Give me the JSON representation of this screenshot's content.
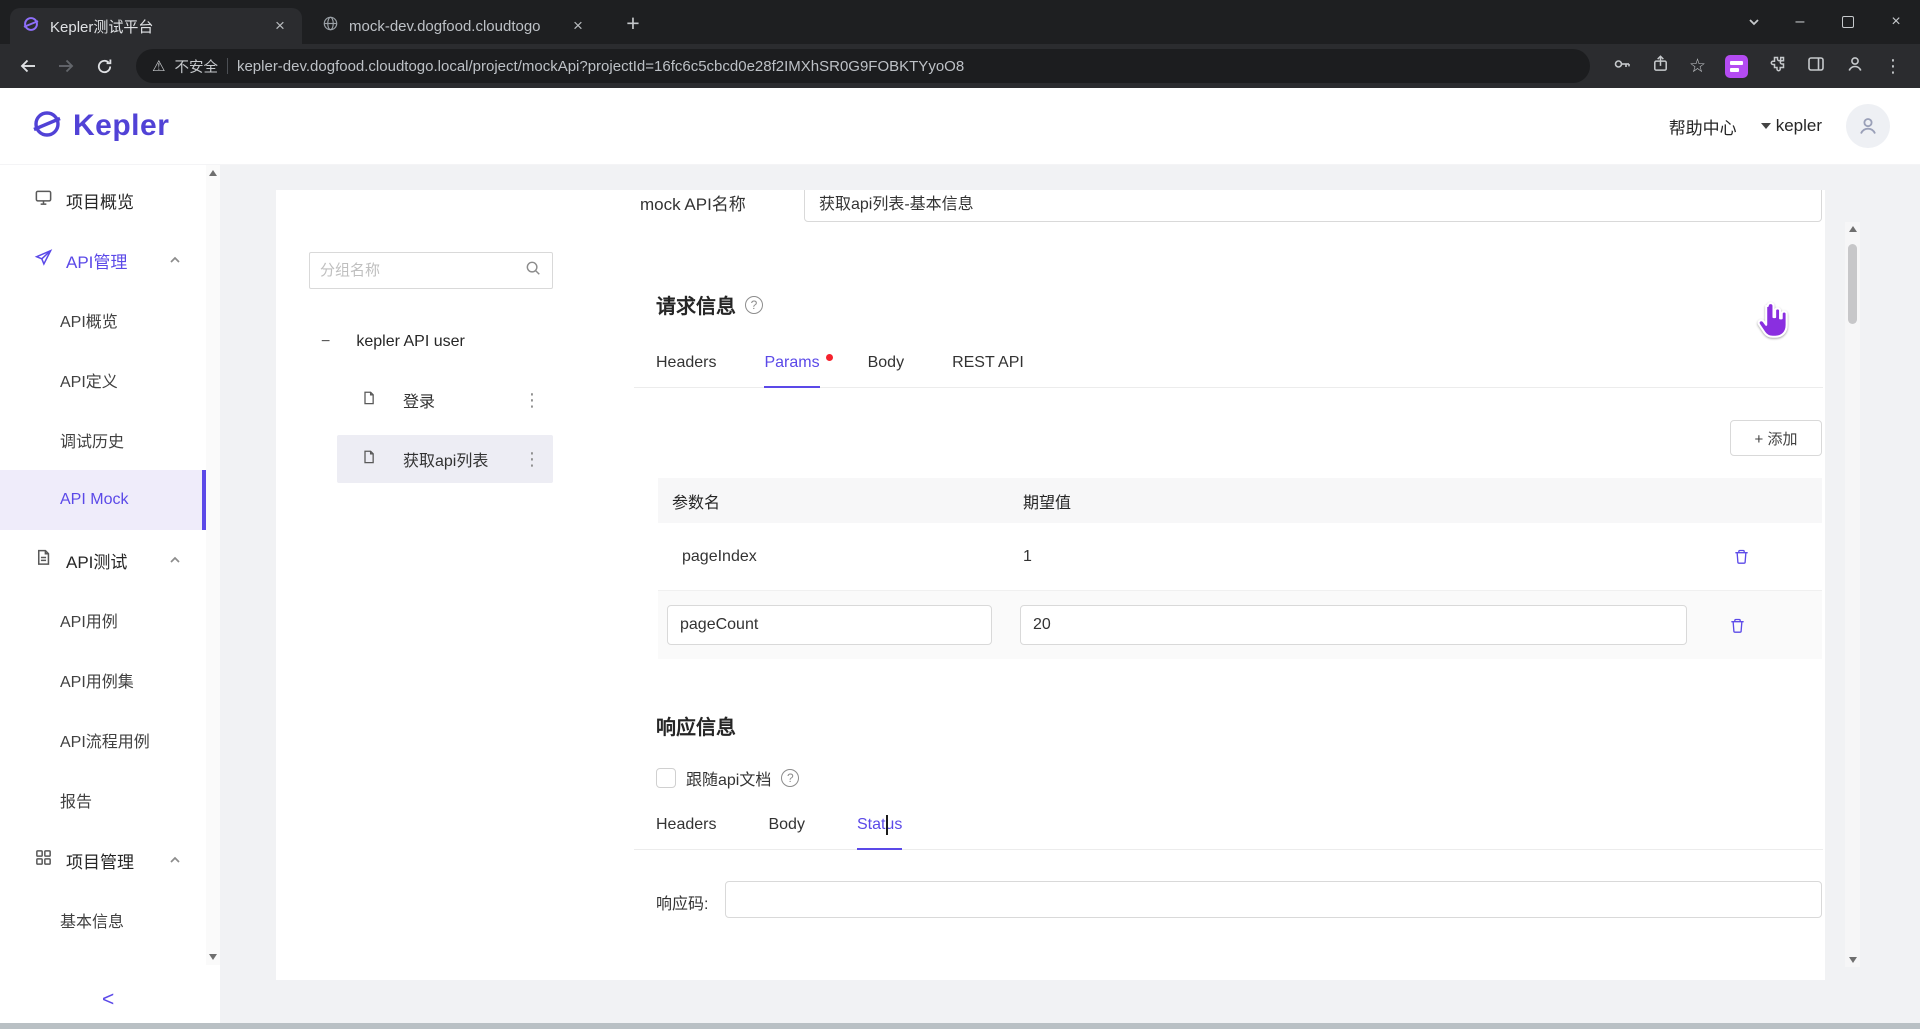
{
  "browser": {
    "tabs": [
      {
        "title": "Kepler测试平台"
      },
      {
        "title": "mock-dev.dogfood.cloudtogo"
      }
    ],
    "security_label": "不安全",
    "url": "kepler-dev.dogfood.cloudtogo.local/project/mockApi?projectId=16fc6c5cbcd0e28f2IMXhSR0G9FOBKTYyoO8"
  },
  "header": {
    "logo": "Kepler",
    "help": "帮助中心",
    "user": "kepler"
  },
  "sidebar": {
    "items": [
      {
        "label": "项目概览"
      },
      {
        "label": "API管理"
      },
      {
        "label": "API概览"
      },
      {
        "label": "API定义"
      },
      {
        "label": "调试历史"
      },
      {
        "label": "API Mock"
      },
      {
        "label": "API测试"
      },
      {
        "label": "API用例"
      },
      {
        "label": "API用例集"
      },
      {
        "label": "API流程用例"
      },
      {
        "label": "报告"
      },
      {
        "label": "项目管理"
      },
      {
        "label": "基本信息"
      }
    ],
    "collapse_label": "<"
  },
  "tree": {
    "search_placeholder": "分组名称",
    "root_label": "kepler API user",
    "items": [
      {
        "label": "登录"
      },
      {
        "label": "获取api列表"
      }
    ]
  },
  "content": {
    "clipped_field": {
      "label": "mock API名称",
      "value": "获取api列表-基本信息"
    },
    "request": {
      "title": "请求信息",
      "tabs": [
        "Headers",
        "Params",
        "Body",
        "REST API"
      ],
      "active_tab": "Params",
      "add_button": "+ 添加",
      "table": {
        "headers": [
          "参数名",
          "期望值"
        ],
        "rows": [
          {
            "name": "pageIndex",
            "value": "1"
          },
          {
            "name": "pageCount",
            "value": "20"
          }
        ]
      }
    },
    "response": {
      "title": "响应信息",
      "follow_checkbox": "跟随api文档",
      "tabs": [
        "Headers",
        "Body",
        "Status"
      ],
      "active_tab": "Status",
      "code_label": "响应码:",
      "code_value": ""
    }
  },
  "icons": {
    "close_glyph": "×",
    "plus_glyph": "+",
    "minimize_glyph": "–",
    "more_glyph": "⋮",
    "star_glyph": "☆",
    "warning_glyph": "⚠",
    "minus_glyph": "−",
    "question_glyph": "?"
  },
  "colors": {
    "accent": "#5b49e8",
    "required_dot": "#f5222d",
    "selected_row_bg": "#ededf4",
    "active_sidebar_bg": "#efecfa"
  }
}
